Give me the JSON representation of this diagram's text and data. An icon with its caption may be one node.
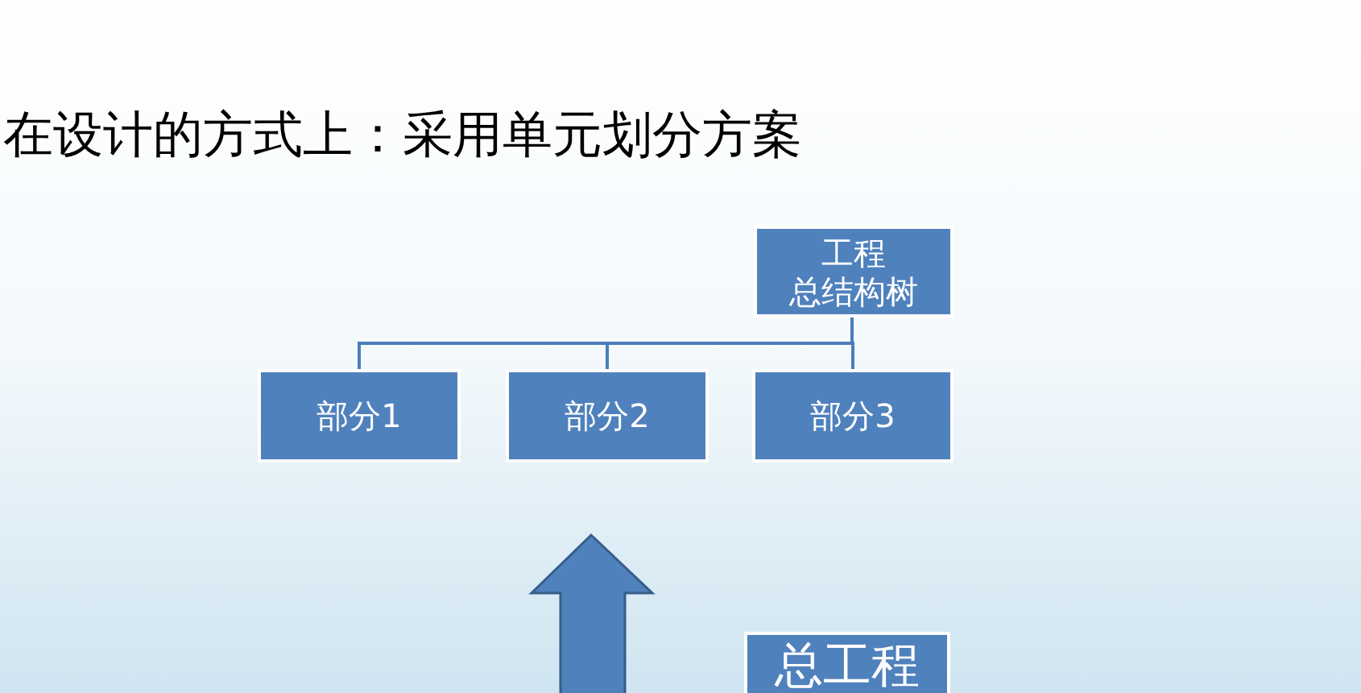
{
  "diagram": {
    "title": "在设计的方式上：采用单元划分方案",
    "nodes": [
      {
        "text": [
          "工程",
          "总结构树"
        ]
      },
      {
        "text": [
          "部分1"
        ]
      },
      {
        "text": [
          "部分2"
        ]
      },
      {
        "text": [
          "部分3"
        ]
      },
      {
        "text": [
          "总工程"
        ]
      }
    ],
    "edges": [
      {
        "from": 0,
        "to": 1,
        "arrow": "none"
      },
      {
        "from": 0,
        "to": 2,
        "arrow": "none"
      },
      {
        "from": 0,
        "to": 3,
        "arrow": "none"
      }
    ]
  }
}
